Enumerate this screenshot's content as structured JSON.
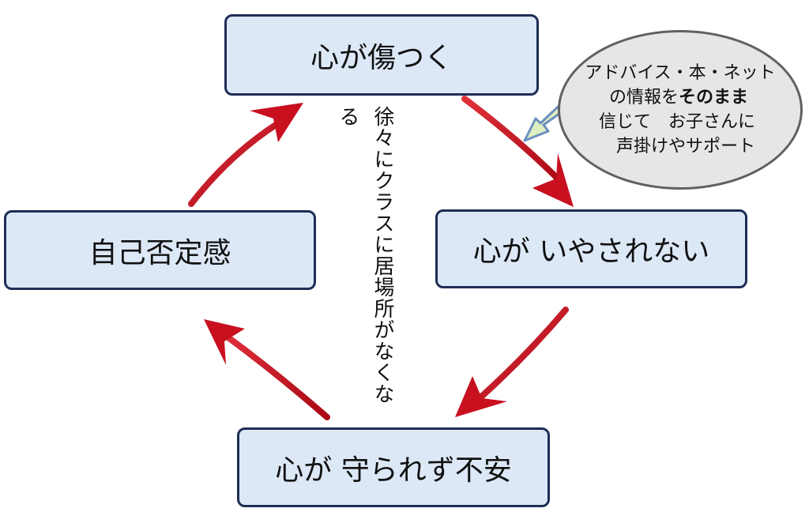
{
  "cycle": {
    "top": "心が傷つく",
    "right": "心が いやされない",
    "bottom": "心が 守られず不安",
    "left": "自己否定感"
  },
  "caption": "徐々にクラスに居場所がなくなる",
  "callout": {
    "line1": "アドバイス・本・ネット",
    "line2_pre": "の情報を",
    "line2_bold": "そのまま",
    "line3": "信じて　お子さんに",
    "line4": "声掛けやサポート"
  },
  "colors": {
    "box_fill": "#dce8f6",
    "box_border": "#1f2d55",
    "arrow": "#c8101f",
    "callout_fill": "#e6e6e6",
    "callout_arrow_fill": "#dff0c0"
  }
}
